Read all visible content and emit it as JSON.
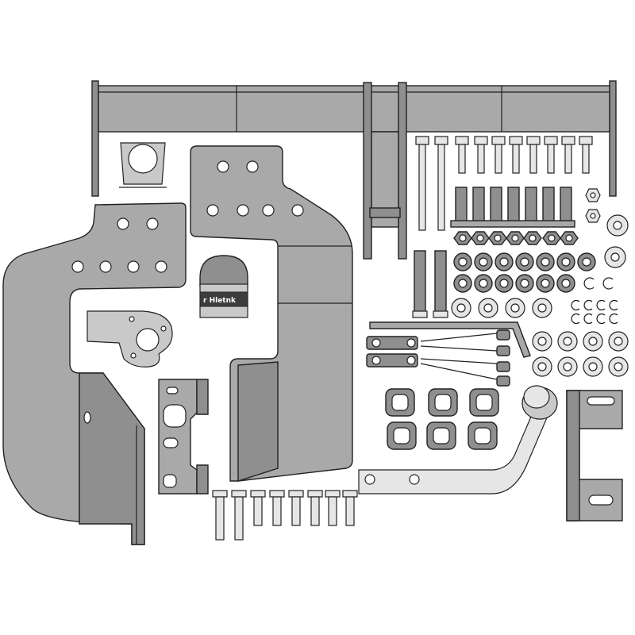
{
  "socket": {
    "label": "r Hletnk"
  },
  "colors": {
    "dark": "#8f8f8f",
    "mid": "#a9a9a9",
    "light": "#c9c9c9",
    "white": "#e6e6e6",
    "outline": "#222222"
  },
  "parts": [
    "crossbar-beam",
    "socket-mount-bracket",
    "left-side-bracket",
    "right-side-bracket",
    "socket-cover",
    "socket-plate",
    "center-bracket",
    "tow-ball-neck",
    "right-mount-bracket",
    "bolts",
    "nuts",
    "washers",
    "spacers",
    "clips",
    "tie-straps"
  ]
}
